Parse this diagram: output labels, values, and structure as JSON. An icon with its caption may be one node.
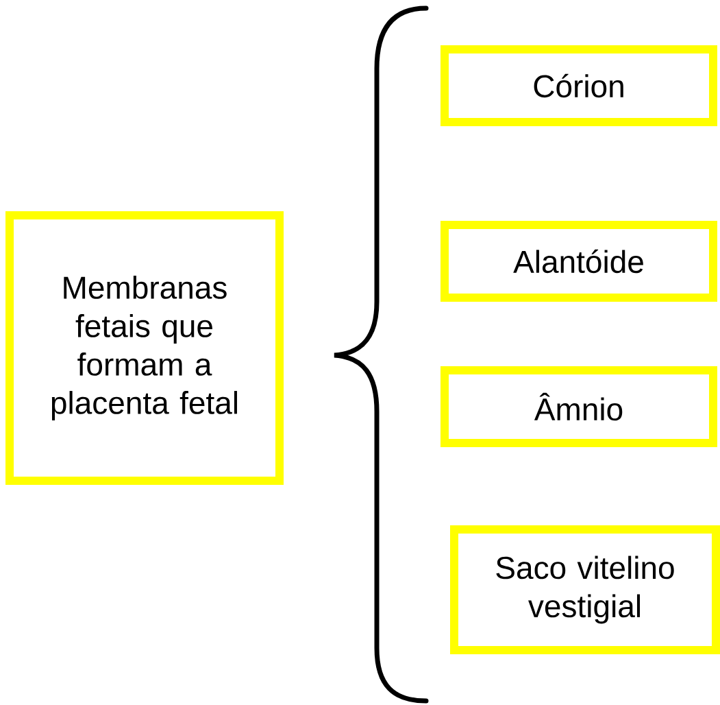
{
  "diagram": {
    "nodes": [
      {
        "text": [
          "Membranas fetais que formam a placenta fetal"
        ]
      },
      {
        "text": [
          "Córion"
        ]
      },
      {
        "text": [
          "Alantóide"
        ]
      },
      {
        "text": [
          "Âmnio"
        ]
      },
      {
        "text": [
          "Saco vitelino vestigial"
        ]
      }
    ]
  }
}
